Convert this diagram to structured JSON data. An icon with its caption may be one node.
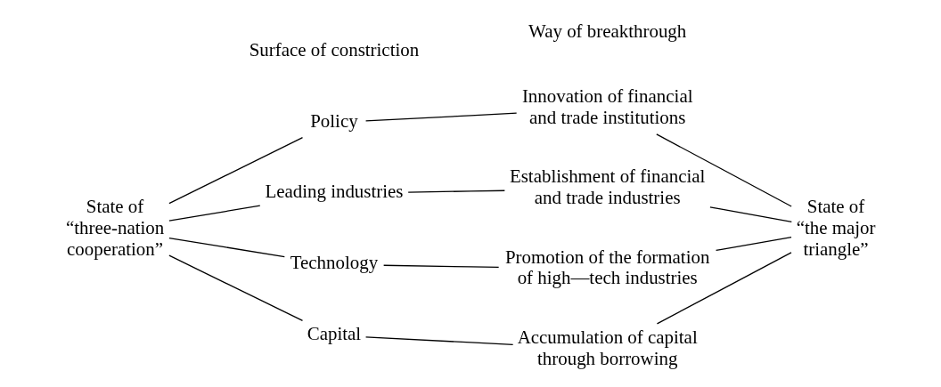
{
  "diagram": {
    "nodes": [
      {
        "text": [
          "State of “three-nation cooperation”"
        ]
      },
      {
        "text": [
          "Policy"
        ]
      },
      {
        "text": [
          "Leading industries"
        ]
      },
      {
        "text": [
          "Technology"
        ]
      },
      {
        "text": [
          "Capital"
        ]
      },
      {
        "text": [
          "Innovation of financial and trade institutions"
        ]
      },
      {
        "text": [
          "Establishment of financial and trade industries"
        ]
      },
      {
        "text": [
          "Promotion of the formation of high—tech industries"
        ]
      },
      {
        "text": [
          "Accumulation of capital through borrowing"
        ]
      },
      {
        "text": [
          "State of “the major triangle”"
        ]
      }
    ],
    "edges": [
      {
        "from": 0,
        "to": 1,
        "arrow": "none"
      },
      {
        "from": 0,
        "to": 2,
        "arrow": "none"
      },
      {
        "from": 0,
        "to": 3,
        "arrow": "none"
      },
      {
        "from": 0,
        "to": 4,
        "arrow": "none"
      },
      {
        "from": 1,
        "to": 5,
        "arrow": "none"
      },
      {
        "from": 2,
        "to": 6,
        "arrow": "none"
      },
      {
        "from": 3,
        "to": 7,
        "arrow": "none"
      },
      {
        "from": 4,
        "to": 8,
        "arrow": "none"
      },
      {
        "from": 5,
        "to": 9,
        "arrow": "none"
      },
      {
        "from": 6,
        "to": 9,
        "arrow": "none"
      },
      {
        "from": 7,
        "to": 9,
        "arrow": "none"
      },
      {
        "from": 8,
        "to": 9,
        "arrow": "none"
      }
    ],
    "labels": [
      "Surface of constriction",
      "Way of breakthrough"
    ]
  }
}
